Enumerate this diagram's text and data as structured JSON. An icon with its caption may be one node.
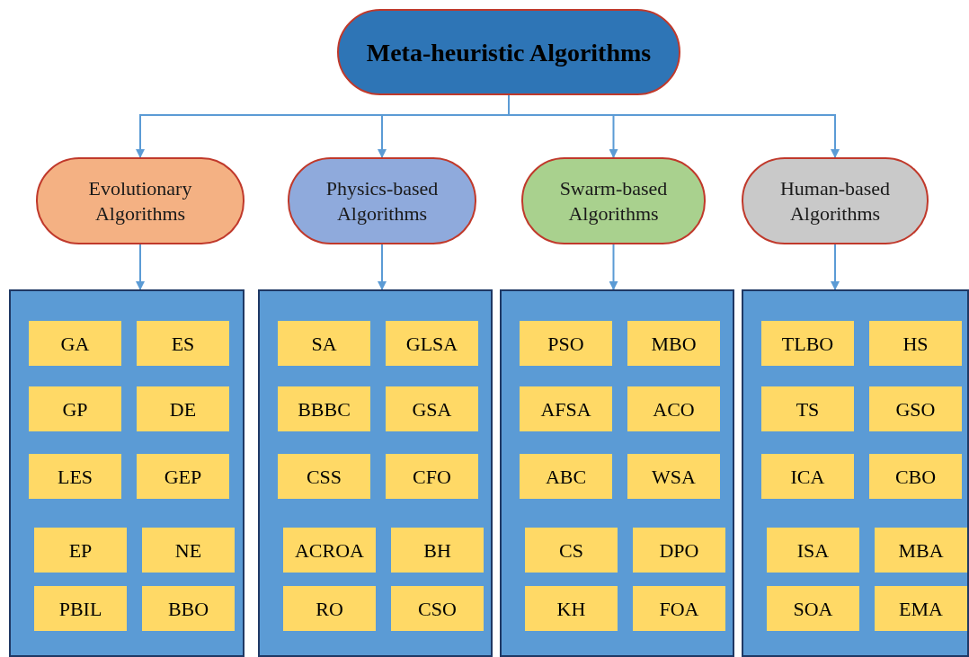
{
  "diagram": {
    "nodes": [
      {
        "text": [
          "Meta-heuristic Algorithms"
        ]
      },
      {
        "text": [
          "Evolutionary Algorithms"
        ]
      },
      {
        "text": [
          "Physics-based Algorithms"
        ]
      },
      {
        "text": [
          "Swarm-based Algorithms"
        ]
      },
      {
        "text": [
          "Human-based Algorithms"
        ]
      },
      {
        "text": [],
        "shape": "box"
      },
      {
        "text": [
          "GA"
        ],
        "in": 5
      },
      {
        "text": [
          "ES"
        ],
        "in": 5
      },
      {
        "text": [
          "GP"
        ],
        "in": 5
      },
      {
        "text": [
          "DE"
        ],
        "in": 5
      },
      {
        "text": [
          "LES"
        ],
        "in": 5
      },
      {
        "text": [
          "GEP"
        ],
        "in": 5
      },
      {
        "text": [
          "EP"
        ],
        "in": 5
      },
      {
        "text": [
          "NE"
        ],
        "in": 5
      },
      {
        "text": [
          "PBIL"
        ],
        "in": 5
      },
      {
        "text": [
          "BBO"
        ],
        "in": 5
      },
      {
        "text": [],
        "shape": "box"
      },
      {
        "text": [
          "SA"
        ],
        "in": 16
      },
      {
        "text": [
          "GLSA"
        ],
        "in": 16
      },
      {
        "text": [
          "BBBC"
        ],
        "in": 16
      },
      {
        "text": [
          "GSA"
        ],
        "in": 16
      },
      {
        "text": [
          "CSS"
        ],
        "in": 16
      },
      {
        "text": [
          "CFO"
        ],
        "in": 16
      },
      {
        "text": [
          "ACROA"
        ],
        "in": 16
      },
      {
        "text": [
          "BH"
        ],
        "in": 16
      },
      {
        "text": [
          "RO"
        ],
        "in": 16
      },
      {
        "text": [
          "CSO"
        ],
        "in": 16
      },
      {
        "text": [],
        "shape": "box"
      },
      {
        "text": [
          "PSO"
        ],
        "in": 27
      },
      {
        "text": [
          "MBO"
        ],
        "in": 27
      },
      {
        "text": [
          "AFSA"
        ],
        "in": 27
      },
      {
        "text": [
          "ACO"
        ],
        "in": 27
      },
      {
        "text": [
          "ABC"
        ],
        "in": 27
      },
      {
        "text": [
          "WSA"
        ],
        "in": 27
      },
      {
        "text": [
          "CS"
        ],
        "in": 27
      },
      {
        "text": [
          "DPO"
        ],
        "in": 27
      },
      {
        "text": [
          "KH"
        ],
        "in": 27
      },
      {
        "text": [
          "FOA"
        ],
        "in": 27
      },
      {
        "text": [],
        "shape": "box"
      },
      {
        "text": [
          "TLBO"
        ],
        "in": 38
      },
      {
        "text": [
          "HS"
        ],
        "in": 38
      },
      {
        "text": [
          "TS"
        ],
        "in": 38
      },
      {
        "text": [
          "GSO"
        ],
        "in": 38
      },
      {
        "text": [
          "ICA"
        ],
        "in": 38
      },
      {
        "text": [
          "CBO"
        ],
        "in": 38
      },
      {
        "text": [
          "ISA"
        ],
        "in": 38
      },
      {
        "text": [
          "MBA"
        ],
        "in": 38
      },
      {
        "text": [
          "SOA"
        ],
        "in": 38
      },
      {
        "text": [
          "EMA"
        ],
        "in": 38
      }
    ],
    "edges": [
      {
        "from": 0,
        "to": 1,
        "arrow": "to"
      },
      {
        "from": 0,
        "to": 2,
        "arrow": "to"
      },
      {
        "from": 0,
        "to": 3,
        "arrow": "to"
      },
      {
        "from": 0,
        "to": 4,
        "arrow": "to"
      },
      {
        "from": 1,
        "to": 5,
        "arrow": "to"
      },
      {
        "from": 2,
        "to": 16,
        "arrow": "to"
      },
      {
        "from": 3,
        "to": 27,
        "arrow": "to"
      },
      {
        "from": 4,
        "to": 38,
        "arrow": "to"
      }
    ]
  }
}
